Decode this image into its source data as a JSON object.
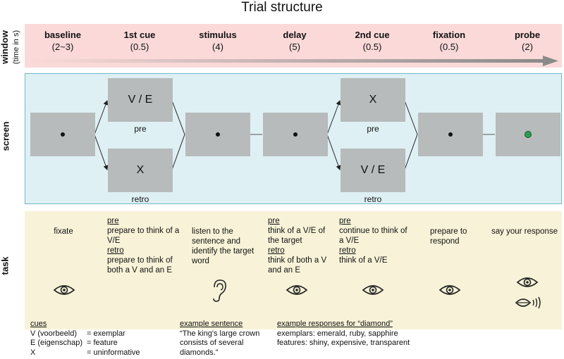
{
  "title": "Trial structure",
  "rows": {
    "window": "window",
    "window_sub": "(time in s)",
    "screen": "screen",
    "task": "task"
  },
  "phases": [
    {
      "name": "baseline",
      "duration": "(2~3)"
    },
    {
      "name": "1st cue",
      "duration": "(0.5)"
    },
    {
      "name": "stimulus",
      "duration": "(4)"
    },
    {
      "name": "delay",
      "duration": "(5)"
    },
    {
      "name": "2nd cue",
      "duration": "(0.5)"
    },
    {
      "name": "fixation",
      "duration": "(0.5)"
    },
    {
      "name": "probe",
      "duration": "(2)"
    }
  ],
  "screens": {
    "cue1_pre_text": "V / E",
    "cue1_pre_label": "pre",
    "cue1_retro_text": "X",
    "cue1_retro_label": "retro",
    "cue2_pre_text": "X",
    "cue2_pre_label": "pre",
    "cue2_retro_text": "V / E",
    "cue2_retro_label": "retro"
  },
  "tasks": {
    "baseline": "fixate",
    "cue1_pre_head": "pre",
    "cue1_pre_body": "prepare to think of a V/E",
    "cue1_retro_head": "retro",
    "cue1_retro_body": "prepare to think of both a V and an E",
    "stimulus": "listen to the sentence and identify the target word",
    "delay_pre_head": "pre",
    "delay_pre_body": "think of a V/E of the target",
    "delay_retro_head": "retro",
    "delay_retro_body": "think of both a V and an E",
    "cue2_pre_head": "pre",
    "cue2_pre_body": "continue to think of a V/E",
    "cue2_retro_head": "retro",
    "cue2_retro_body": "think of a V/E",
    "fixation": "prepare to respond",
    "probe": "say your response"
  },
  "icons": [
    "eye-icon",
    "ear-icon",
    "mouth-speaking-icon"
  ],
  "legend": {
    "cues_head": "cues",
    "cues": [
      {
        "key": "V (voorbeeld)",
        "value": "= exemplar"
      },
      {
        "key": "E (eigenschap)",
        "value": "= feature"
      },
      {
        "key": "X",
        "value": "= uninformative"
      }
    ],
    "sentence_head": "example sentence",
    "sentence": "“The king's large crown consists of several diamonds.”",
    "responses_head": "example responses for “diamond”",
    "responses_1": "exemplars: emerald, ruby, sapphire",
    "responses_2": "features: shiny, expensive, transparent"
  },
  "colors": {
    "window_band": "#fbd9d9",
    "screen_band": "#dff0f4",
    "task_band": "#f8f3d8",
    "screen_box": "#b7bbbb",
    "probe_dot": "#2e9a52"
  }
}
